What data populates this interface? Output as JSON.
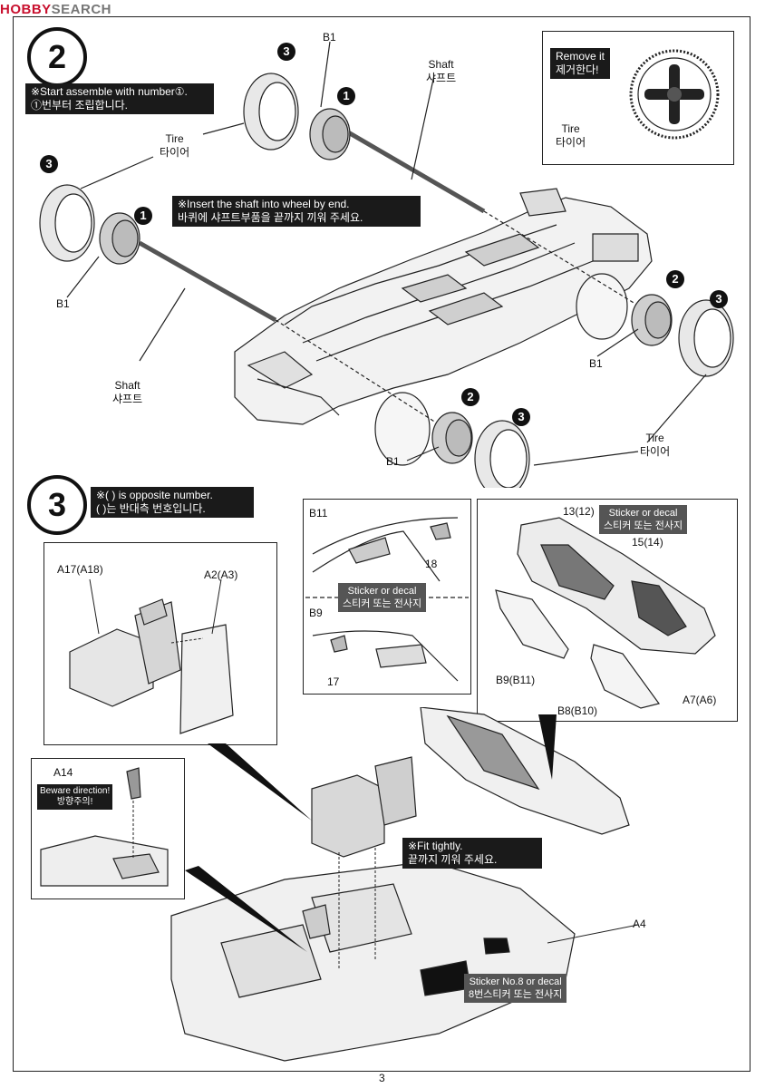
{
  "header": {
    "logo_part1": "HOBBY",
    "logo_part2": "SEARCH"
  },
  "page_number": "3",
  "step2": {
    "number": "2",
    "note_start_en": "※Start assemble with number①.",
    "note_start_ko": "①번부터 조립합니다.",
    "note_insert_en": "※Insert the shaft into wheel by end.",
    "note_insert_ko": "바퀴에 샤프트부품을 끝까지 끼워 주세요.",
    "label_b1": "B1",
    "shaft_en": "Shaft",
    "shaft_ko": "샤프트",
    "tire_en": "Tire",
    "tire_ko": "타이어",
    "badge1": "1",
    "badge2": "2",
    "badge3": "3",
    "inset_remove_en": "Remove it",
    "inset_remove_ko": "제거한다!",
    "inset_tire_en": "Tire",
    "inset_tire_ko": "타이어"
  },
  "step3": {
    "number": "3",
    "note_opposite_en": "※( ) is opposite number.",
    "note_opposite_ko": "( )는 반대측 번호입니다.",
    "seat_a17": "A17(A18)",
    "seat_a2": "A2(A3)",
    "a14": "A14",
    "beware_en": "Beware direction!",
    "beware_ko": "방향주의!",
    "b11": "B11",
    "b9": "B9",
    "n18": "18",
    "n17": "17",
    "sticker_en": "Sticker or decal",
    "sticker_ko": "스티커 또는 전사지",
    "door_13": "13(12)",
    "door_15": "15(14)",
    "door_b9": "B9(B11)",
    "door_b8": "B8(B10)",
    "door_a7": "A7(A6)",
    "fit_en": "※Fit tightly.",
    "fit_ko": "끝까지 끼워 주세요.",
    "a4": "A4",
    "sticker8_en": "Sticker No.8 or decal",
    "sticker8_ko": "8번스티커 또는 전사지"
  }
}
